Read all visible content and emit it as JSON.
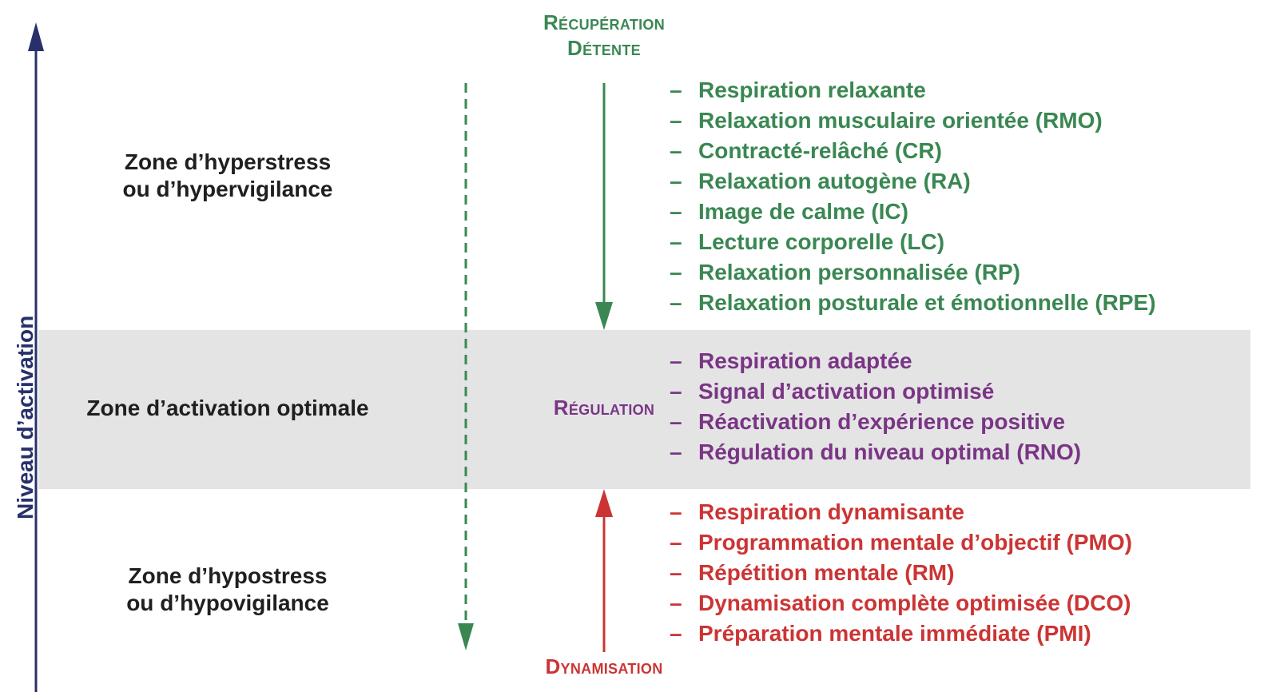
{
  "colors": {
    "axis": "#27306b",
    "recovery": "#3a8752",
    "regulation": "#7a3585",
    "dynamization": "#cc3434",
    "band": "#e4e4e4",
    "zone_text": "#1f1f1f"
  },
  "axis": {
    "label": "Niveau d’activation"
  },
  "zones": {
    "hyperstress": {
      "line1": "Zone d’hyperstress",
      "line2": "ou d’hypervigilance"
    },
    "optimal": {
      "label": "Zone d’activation optimale"
    },
    "hypostress": {
      "line1": "Zone d’hypostress",
      "line2": "ou d’hypovigilance"
    }
  },
  "phases": {
    "recovery": {
      "line1": "Récupération",
      "line2": "Détente"
    },
    "regulation": {
      "label": "Régulation"
    },
    "dynamization": {
      "label": "Dynamisation"
    }
  },
  "dash": "–",
  "lists": {
    "recovery": [
      "Respiration relaxante",
      "Relaxation musculaire orientée (RMO)",
      "Contracté-relâché (CR)",
      "Relaxation autogène (RA)",
      "Image de calme (IC)",
      "Lecture corporelle (LC)",
      "Relaxation personnalisée (RP)",
      "Relaxation posturale et émotionnelle (RPE)"
    ],
    "regulation": [
      "Respiration adaptée",
      "Signal d’activation optimisé",
      "Réactivation d’expérience positive",
      "Régulation du niveau optimal (RNO)"
    ],
    "dynamization": [
      "Respiration dynamisante",
      "Programmation mentale d’objectif (PMO)",
      "Répétition mentale (RM)",
      "Dynamisation complète optimisée (DCO)",
      "Préparation mentale immédiate (PMI)"
    ]
  }
}
